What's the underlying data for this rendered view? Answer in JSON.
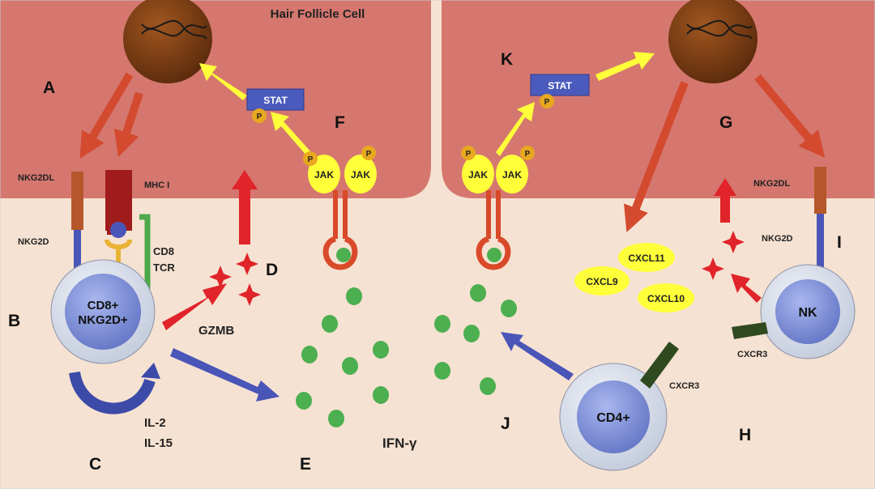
{
  "title": "Hair Follicle Cell",
  "panel_letters": {
    "a": "A",
    "b": "B",
    "c": "C",
    "d": "D",
    "e": "E",
    "f": "F",
    "g": "G",
    "h": "H",
    "i": "I",
    "j": "J",
    "k": "K"
  },
  "receptors": {
    "nkg2dl_left": "NKG2DL",
    "nkg2d_left": "NKG2D",
    "mhc": "MHC I",
    "cd8": "CD8",
    "tcr": "TCR",
    "nkg2dl_right": "NKG2DL",
    "nkg2d_right": "NKG2D",
    "cxcr3_nk": "CXCR3",
    "cxcr3_cd4": "CXCR3"
  },
  "cells": {
    "cd8_line1": "CD8+",
    "cd8_line2": "NKG2D+",
    "cd4": "CD4+",
    "nk": "NK"
  },
  "signaling": {
    "stat_left": "STAT",
    "stat_right": "STAT",
    "jak": "JAK",
    "phospho": "P"
  },
  "molecules": {
    "gzmb": "GZMB",
    "il2": "IL-2",
    "il15": "IL-15",
    "ifng": "IFN-γ",
    "cxcl9": "CXCL9",
    "cxcl10": "CXCL10",
    "cxcl11": "CXCL11"
  },
  "colors": {
    "follicle": "#d5776f",
    "dermis": "#f6e2d2",
    "nucleus": "#7a3b12",
    "red_arrow": "#d44a2f",
    "yellow": "#ffff3a",
    "blue_arrow": "#4a55b8",
    "ifn_dot": "#4caf50",
    "stat_box": "#4b5bbd",
    "phospho": "#e8a81f",
    "cell_outer": "#d3dbe8",
    "cell_inner": "#7d8fd4"
  }
}
